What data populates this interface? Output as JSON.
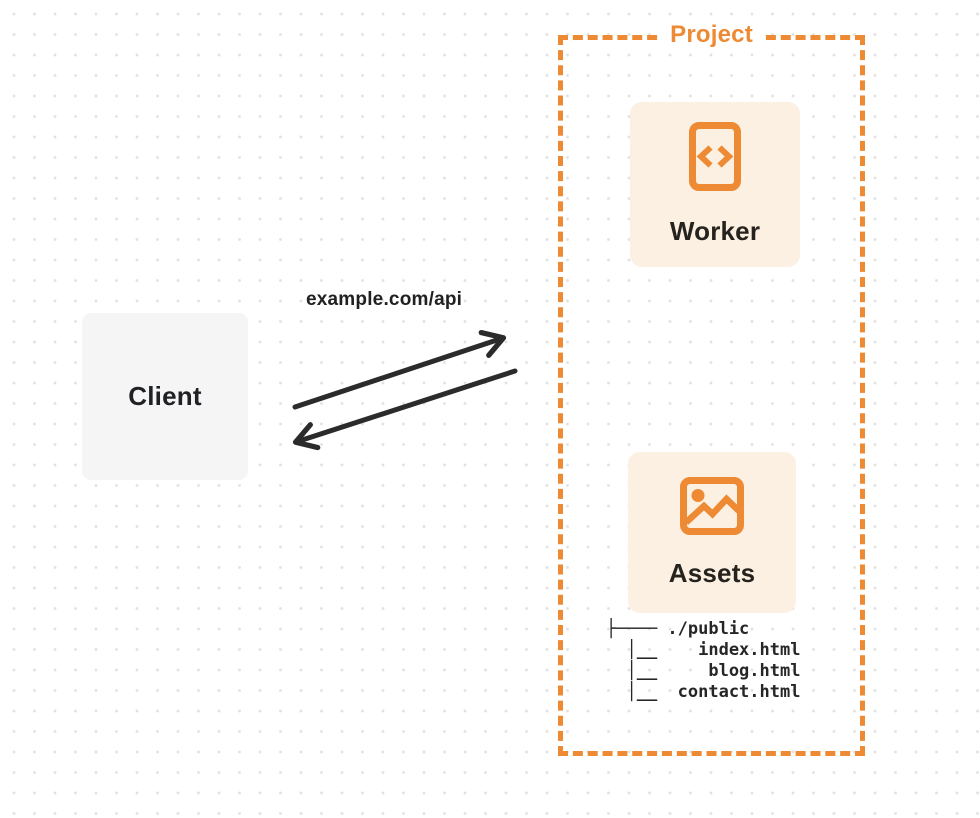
{
  "client": {
    "label": "Client"
  },
  "request": {
    "url_label": "example.com/api"
  },
  "project": {
    "label": "Project",
    "worker": {
      "label": "Worker",
      "icon": "code-file-icon"
    },
    "assets": {
      "label": "Assets",
      "icon": "image-icon",
      "file_tree": [
        "├──── ./public",
        "  │__    index.html",
        "  │__     blog.html",
        "  │__  contact.html"
      ]
    }
  },
  "colors": {
    "accent_orange": "#ed8a33",
    "card_peach": "#fbf0e2",
    "card_gray": "#f5f5f6",
    "arrow_dark": "#2b2b2b",
    "text_dark": "#212121",
    "dot_grid": "#e1e1e1"
  }
}
